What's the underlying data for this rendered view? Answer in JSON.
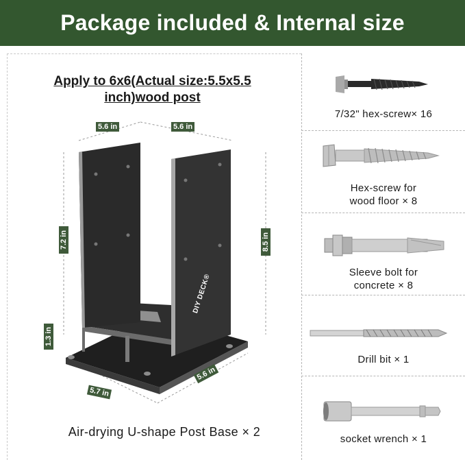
{
  "banner": {
    "title": "Package included & Internal size"
  },
  "product": {
    "apply_line1": "Apply to 6x6(Actual size:5.5x5.5",
    "apply_line2": "inch)wood post",
    "brand": "DIY DECK",
    "caption": "Air-drying U-shape Post Base × 2",
    "dimensions": {
      "width_top_left": "5.6 in",
      "width_top_right": "5.6 in",
      "height_inner": "7.2 in",
      "height_outer": "8.5 in",
      "base_height": "1.3 in",
      "base_width": "5.7 in",
      "base_depth": "5.6 in"
    }
  },
  "items": [
    {
      "label_line1": "7/32\" hex-screw× 16",
      "label_line2": "",
      "icon": "lag-screw-icon"
    },
    {
      "label_line1": "Hex-screw for",
      "label_line2": "wood floor × 8",
      "icon": "hex-screw-icon"
    },
    {
      "label_line1": "Sleeve bolt for",
      "label_line2": "concrete × 8",
      "icon": "sleeve-bolt-icon"
    },
    {
      "label_line1": "Drill bit × 1",
      "label_line2": "",
      "icon": "drill-bit-icon"
    },
    {
      "label_line1": "socket wrench × 1",
      "label_line2": "",
      "icon": "socket-wrench-icon"
    }
  ],
  "colors": {
    "banner": "#33572f",
    "dimension_tag": "#3f5a3a",
    "bracket": "#2b2b2b"
  }
}
